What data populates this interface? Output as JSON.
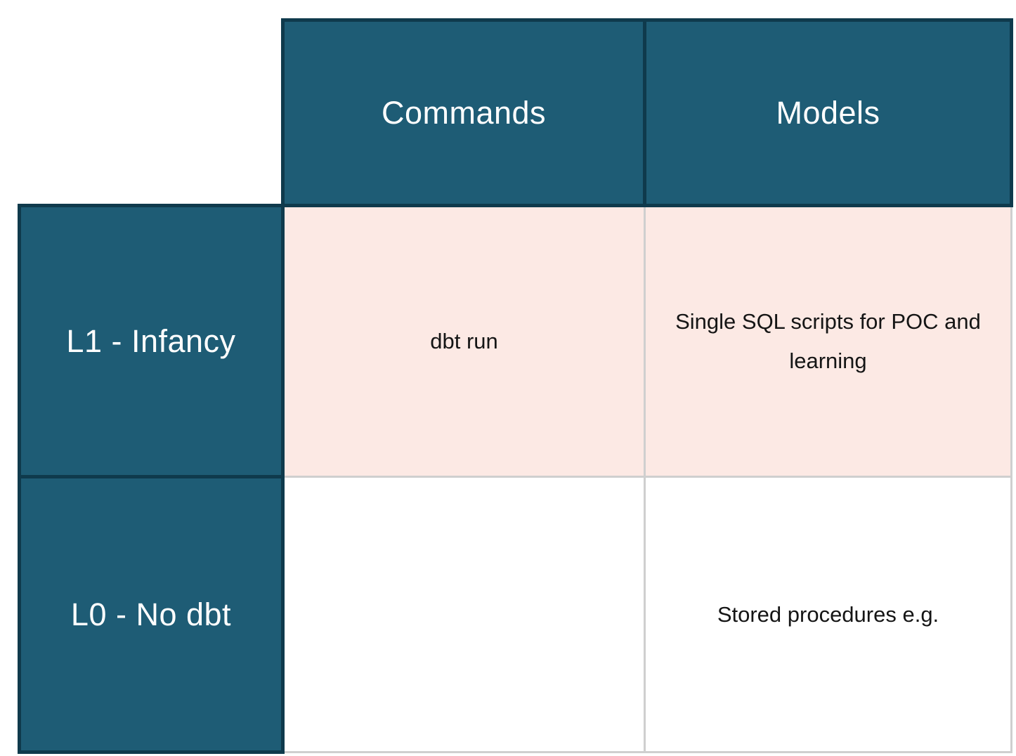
{
  "table": {
    "corner_label": "",
    "columns": [
      {
        "label": "Commands"
      },
      {
        "label": "Models"
      }
    ],
    "rows": [
      {
        "label": "L1 - Infancy",
        "highlighted": true,
        "cells": [
          {
            "text": "dbt run"
          },
          {
            "text": "Single SQL scripts for POC and learning"
          }
        ]
      },
      {
        "label": "L0 - No dbt",
        "highlighted": false,
        "cells": [
          {
            "text": ""
          },
          {
            "text": "Stored procedures e.g."
          }
        ]
      }
    ],
    "colors": {
      "header_bg": "#1e5c75",
      "header_border": "#0f3a4c",
      "header_text": "#ffffff",
      "highlight_row_bg": "#fce9e4",
      "plain_row_bg": "#ffffff",
      "light_border": "#cfcfcf",
      "body_text": "#151515"
    }
  }
}
